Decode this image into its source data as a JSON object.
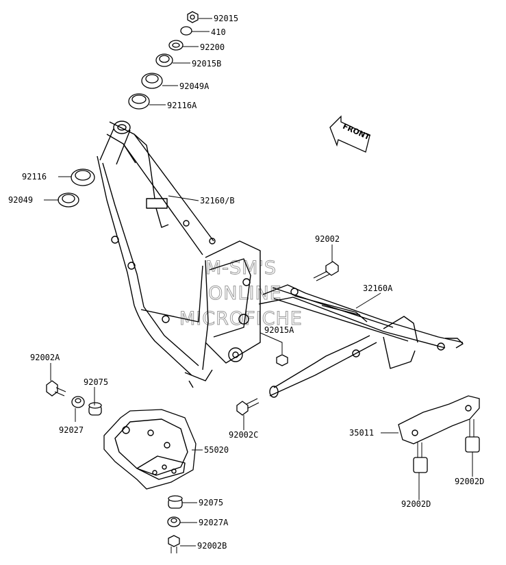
{
  "watermark": {
    "line1": "M-SM'S",
    "line2": "ONLINE",
    "line3": "MICROFICHE"
  },
  "front_badge": "FRONT",
  "labels": [
    "92015",
    "410",
    "92200",
    "92015B",
    "92049A",
    "92116A",
    "92116",
    "92049",
    "32160/B",
    "92002",
    "32160A",
    "92015A",
    "92002A",
    "92075",
    "92027",
    "92002C",
    "55020",
    "35011",
    "92075",
    "92027A",
    "92002B",
    "92002D",
    "92002D"
  ]
}
